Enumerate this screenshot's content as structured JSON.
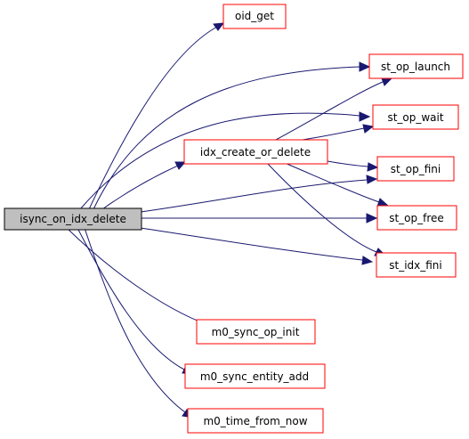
{
  "colors": {
    "edge": "#191970",
    "node_border": "#ff0000",
    "root_border": "#000000",
    "root_fill": "#bfbfbf",
    "node_fill": "#ffffff"
  },
  "root": {
    "label": "isync_on_idx_delete"
  },
  "nodes": {
    "oid_get": {
      "label": "oid_get"
    },
    "st_op_launch": {
      "label": "st_op_launch"
    },
    "st_op_wait": {
      "label": "st_op_wait"
    },
    "idx_create_or_delete": {
      "label": "idx_create_or_delete"
    },
    "st_op_fini": {
      "label": "st_op_fini"
    },
    "st_op_free": {
      "label": "st_op_free"
    },
    "st_idx_fini": {
      "label": "st_idx_fini"
    },
    "m0_sync_op_init": {
      "label": "m0_sync_op_init"
    },
    "m0_sync_entity_add": {
      "label": "m0_sync_entity_add"
    },
    "m0_time_from_now": {
      "label": "m0_time_from_now"
    }
  },
  "edges": [
    {
      "from": "isync_on_idx_delete",
      "to": "oid_get"
    },
    {
      "from": "isync_on_idx_delete",
      "to": "st_op_launch"
    },
    {
      "from": "isync_on_idx_delete",
      "to": "st_op_wait"
    },
    {
      "from": "isync_on_idx_delete",
      "to": "idx_create_or_delete"
    },
    {
      "from": "isync_on_idx_delete",
      "to": "st_op_fini"
    },
    {
      "from": "isync_on_idx_delete",
      "to": "st_op_free"
    },
    {
      "from": "isync_on_idx_delete",
      "to": "st_idx_fini"
    },
    {
      "from": "isync_on_idx_delete",
      "to": "m0_sync_op_init"
    },
    {
      "from": "isync_on_idx_delete",
      "to": "m0_sync_entity_add"
    },
    {
      "from": "isync_on_idx_delete",
      "to": "m0_time_from_now"
    },
    {
      "from": "idx_create_or_delete",
      "to": "st_op_launch"
    },
    {
      "from": "idx_create_or_delete",
      "to": "st_op_wait"
    },
    {
      "from": "idx_create_or_delete",
      "to": "st_op_fini"
    },
    {
      "from": "idx_create_or_delete",
      "to": "st_op_free"
    },
    {
      "from": "idx_create_or_delete",
      "to": "st_idx_fini"
    }
  ]
}
